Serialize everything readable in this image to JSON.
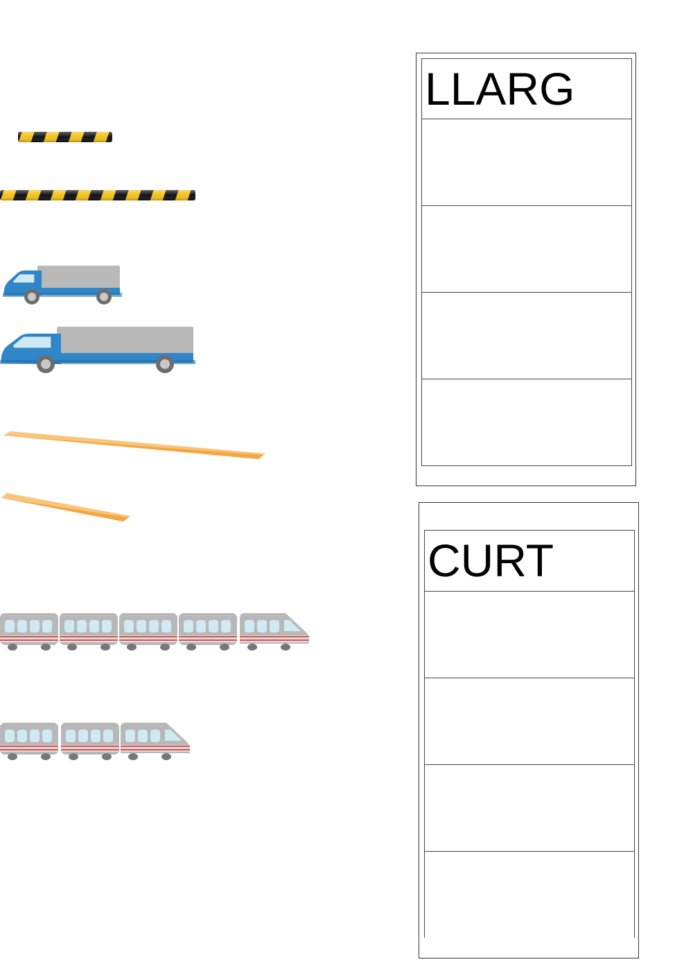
{
  "worksheet": {
    "categories": [
      {
        "id": "long",
        "label": "LLARG",
        "slots": 4
      },
      {
        "id": "short",
        "label": "CURT",
        "slots": 4
      }
    ],
    "items": [
      {
        "id": "short-barrier",
        "icon": "striped-barrier-short"
      },
      {
        "id": "long-barrier",
        "icon": "striped-barrier-long"
      },
      {
        "id": "short-truck",
        "icon": "truck-short"
      },
      {
        "id": "long-truck",
        "icon": "truck-long"
      },
      {
        "id": "long-ruler",
        "icon": "ruler-long"
      },
      {
        "id": "short-ruler",
        "icon": "ruler-short"
      },
      {
        "id": "long-train",
        "icon": "train-five-cars"
      },
      {
        "id": "short-train",
        "icon": "train-three-cars"
      }
    ],
    "colors": {
      "barrier_yellow": "#f2c21b",
      "barrier_black": "#111111",
      "truck_blue": "#2f86c8",
      "truck_cargo": "#b9b9b9",
      "ruler_orange": "#f4a640",
      "train_stripe": "#d9534f",
      "train_window": "#cfeaf3"
    }
  }
}
